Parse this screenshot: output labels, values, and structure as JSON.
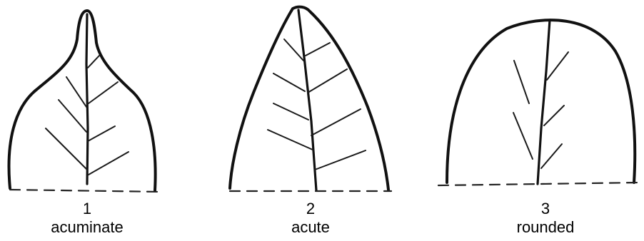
{
  "figures": [
    {
      "number": "1",
      "label": "acuminate"
    },
    {
      "number": "2",
      "label": "acute"
    },
    {
      "number": "3",
      "label": "rounded"
    }
  ],
  "colors": {
    "ink": "#111111",
    "background": "#ffffff"
  }
}
